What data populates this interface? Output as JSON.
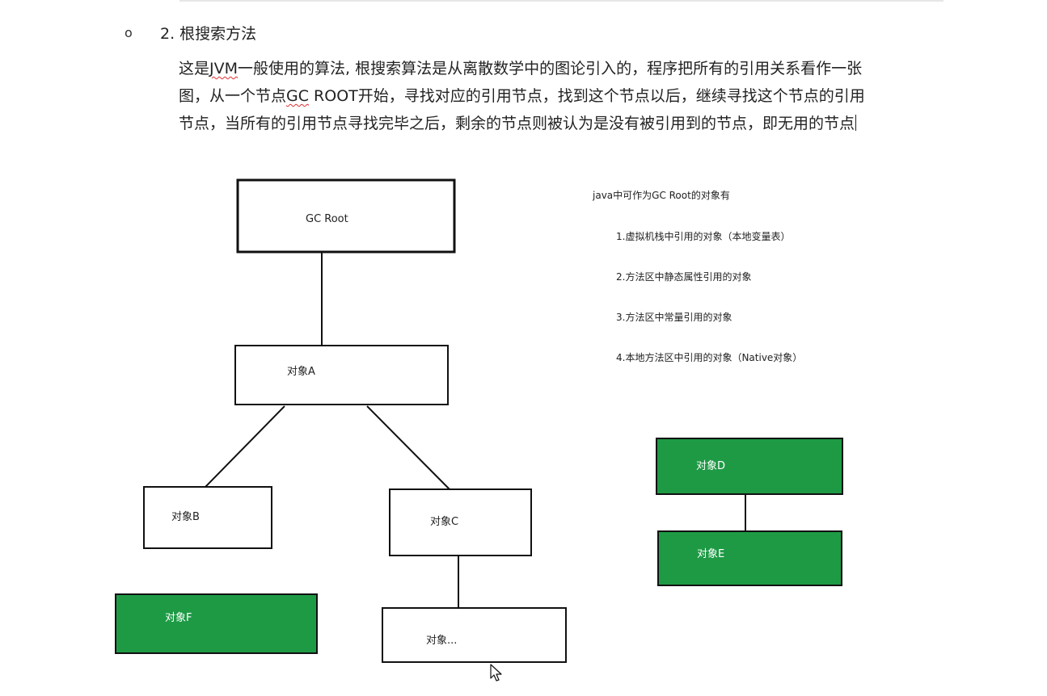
{
  "section": {
    "bullet": "o",
    "heading": "2. 根搜索方法",
    "paragraph_lines": [
      [
        "这是",
        "JVM",
        "一般使用的算法, 根搜索算法是从离散数学中的图论引入的，程序把所有的引用关系看作一张"
      ],
      [
        "图，从一个节点",
        "GC",
        " ROOT开始，寻找对应的引用节点，找到这个节点以后，继续寻找这个节点的引用"
      ],
      [
        "节点，当所有的引用节点寻找完毕之后，剩余的节点则被认为是没有被引用到的节点，即无用的节点"
      ]
    ]
  },
  "diagram": {
    "nodes": {
      "gc_root": "GC Root",
      "a": "对象A",
      "b": "对象B",
      "c": "对象C",
      "more": "对象...",
      "d": "对象D",
      "e": "对象E",
      "f": "对象F"
    },
    "colors": {
      "unreachable_fill": "#1e9a45",
      "unreachable_text": "#ffffff",
      "stroke": "#111111"
    }
  },
  "gc_roots_info": {
    "title": "java中可作为GC Root的对象有",
    "items": [
      "1.虚拟机栈中引用的对象（本地变量表）",
      "2.方法区中静态属性引用的对象",
      "3.方法区中常量引用的对象",
      "4.本地方法区中引用的对象（Native对象）"
    ]
  },
  "icons": {
    "cursor": "mouse-pointer-icon"
  }
}
